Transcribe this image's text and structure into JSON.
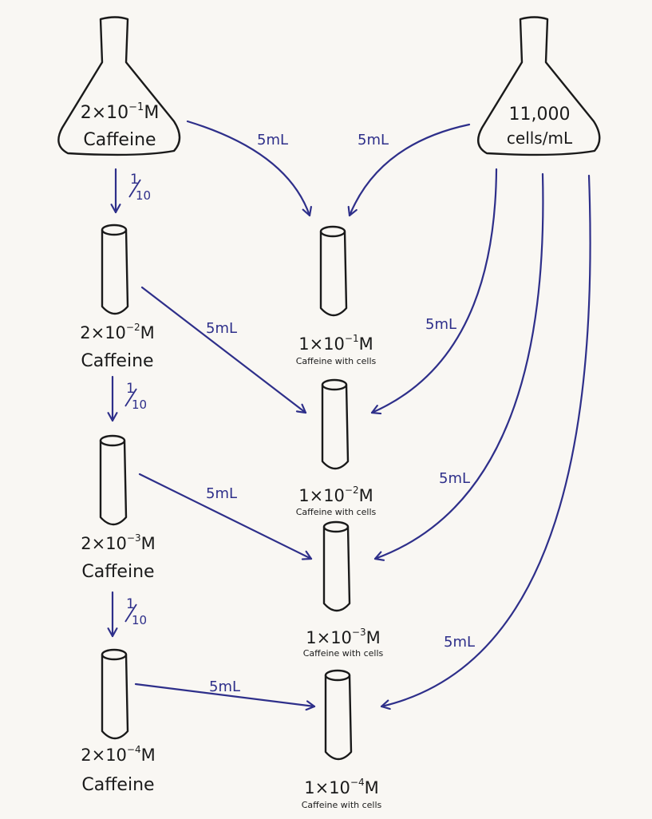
{
  "colors": {
    "arrow": "#2e2f8a",
    "ink": "#1a1a1a",
    "paper": "#f9f7f3"
  },
  "stock_caffeine": {
    "conc_base": "2×10",
    "conc_exp": "−1",
    "conc_unit": "M",
    "name": "Caffeine"
  },
  "stock_cells": {
    "line1": "11,000",
    "line2": "cells/mL"
  },
  "dilution_factor": {
    "num": "1",
    "den": "10"
  },
  "volume_label": "5mL",
  "left_tubes": [
    {
      "conc_base": "2×10",
      "conc_exp": "−2",
      "conc_unit": "M",
      "name": "Caffeine"
    },
    {
      "conc_base": "2×10",
      "conc_exp": "−3",
      "conc_unit": "M",
      "name": "Caffeine"
    },
    {
      "conc_base": "2×10",
      "conc_exp": "−4",
      "conc_unit": "M",
      "name": "Caffeine"
    }
  ],
  "mix_tubes": [
    {
      "conc_base": "1×10",
      "conc_exp": "−1",
      "conc_unit": "M",
      "desc": "Caffeine with cells"
    },
    {
      "conc_base": "1×10",
      "conc_exp": "−2",
      "conc_unit": "M",
      "desc": "Caffeine with cells"
    },
    {
      "conc_base": "1×10",
      "conc_exp": "−3",
      "conc_unit": "M",
      "desc": "Caffeine with cells"
    },
    {
      "conc_base": "1×10",
      "conc_exp": "−4",
      "conc_unit": "M",
      "desc": "Caffeine with cells"
    }
  ]
}
